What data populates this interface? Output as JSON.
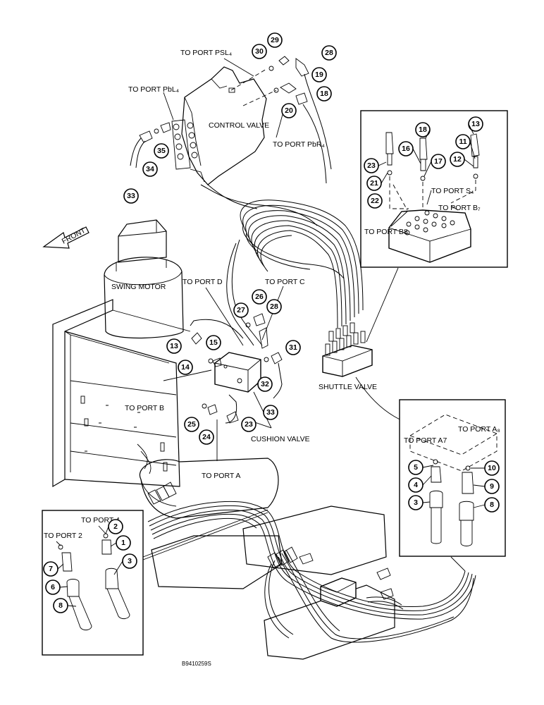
{
  "labels": {
    "port_psl4": "TO PORT PSL₄",
    "port_pbl4": "TO PORT PbL₄",
    "control_valve": "CONTROL VALVE",
    "port_pbr4": "TO PORT PbR₄",
    "front": "FRONT",
    "swing_motor": "SWING MOTOR",
    "port_d": "TO PORT D",
    "port_c": "TO PORT C",
    "port_b": "TO PORT B",
    "port_a": "TO PORT A",
    "cushion_valve": "CUSHION VALVE",
    "shuttle_valve": "SHUTTLE VALVE",
    "port_s4": "TO PORT S₄",
    "port_b7": "TO PORT B₇",
    "port_b8": "TO PORT B8",
    "port_a7": "TO PORT A7",
    "port_a8": "TO PORT A₈",
    "port_4": "TO PORT 4",
    "port_2": "TO PORT 2",
    "figure_id": "B9410259S"
  },
  "callouts": {
    "c30": "30",
    "c29": "29",
    "c28_top": "28",
    "c19": "19",
    "c20": "20",
    "c18_top": "18",
    "c35": "35",
    "c34": "34",
    "c33_left": "33",
    "c23_inset": "23",
    "c18_inset": "18",
    "c16_inset": "16",
    "c17_inset": "17",
    "c13_inset": "13",
    "c11_inset": "11",
    "c12_inset": "12",
    "c21_inset": "21",
    "c22_inset": "22",
    "c26": "26",
    "c27": "27",
    "c28_mid": "28",
    "c13_mid": "13",
    "c15": "15",
    "c14": "14",
    "c31": "31",
    "c32": "32",
    "c33_mid": "33",
    "c25": "25",
    "c24": "24",
    "c23_mid": "23",
    "c5": "5",
    "c10": "10",
    "c4": "4",
    "c9": "9",
    "c3_right": "3",
    "c8_right": "8",
    "c2": "2",
    "c1": "1",
    "c7": "7",
    "c3_left": "3",
    "c6": "6",
    "c8_left": "8"
  }
}
